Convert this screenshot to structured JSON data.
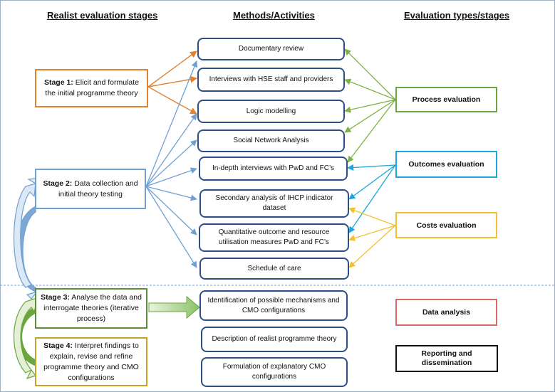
{
  "headers": {
    "stages": "Realist evaluation stages",
    "methods": "Methods/Activities",
    "types": "Evaluation types/stages"
  },
  "stages": [
    {
      "label": "Stage 1:",
      "text": " Elicit and formulate the initial programme theory",
      "color": "#e2822f"
    },
    {
      "label": "Stage 2:",
      "text": " Data collection and initial theory testing",
      "color": "#6fa0d2"
    },
    {
      "label": "Stage 3:",
      "text": " Analyse the data and interrogate theories (iterative process)",
      "color": "#5d8d3a"
    },
    {
      "label": "Stage 4:",
      "text": " Interpret findings to explain, revise and refine programme theory and CMO configurations",
      "color": "#c9a227"
    }
  ],
  "methods": [
    "Documentary review",
    "Interviews with HSE staff and providers",
    "Logic modelling",
    "Social Network Analysis",
    "In-depth interviews with PwD and FC’s",
    "Secondary analysis of IHCP indicator dataset",
    "Quantitative outcome and resource utilisation measures PwD and FC’s",
    "Schedule of care",
    "Identification of possible mechanisms and CMO configurations",
    "Description of realist programme theory",
    "Formulation of explanatory CMO configurations"
  ],
  "evaluation_types": [
    {
      "text": "Process evaluation",
      "color": "#6aa63e"
    },
    {
      "text": "Outcomes evaluation",
      "color": "#1ba7dd"
    },
    {
      "text": "Costs evaluation",
      "color": "#f2c12e"
    },
    {
      "text": "Data analysis",
      "color": "#e06666"
    },
    {
      "text": "Reporting and dissemination",
      "color": "#111111"
    }
  ],
  "colors": {
    "method_border": "#2e4f86",
    "stage1_arrows": "#e2822f",
    "stage2_arrows": "#6fa0d2",
    "process_arrows": "#7cb342",
    "outcomes_arrows": "#1ba7dd",
    "costs_arrows": "#f2c12e",
    "divider": "#6fa0d2"
  }
}
